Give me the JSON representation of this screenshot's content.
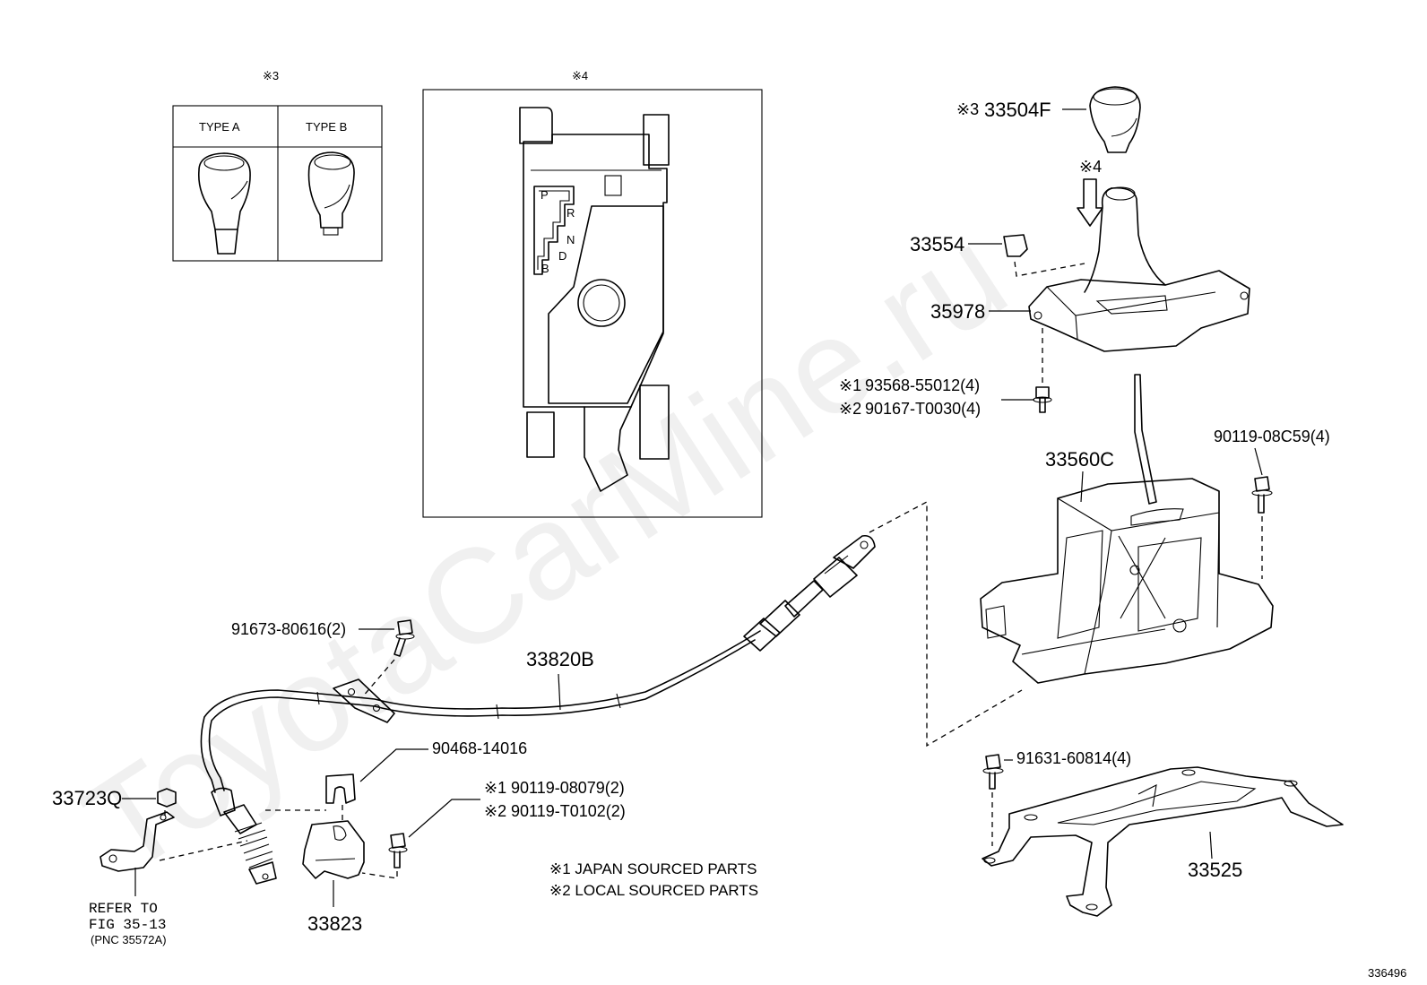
{
  "watermark": "ToyotaCarMine.ru",
  "inset_type": {
    "marker": "※3",
    "type_a": "TYPE A",
    "type_b": "TYPE B"
  },
  "inset_gate": {
    "marker": "※4",
    "positions": [
      "P",
      "R",
      "N",
      "D",
      "B"
    ]
  },
  "callouts": {
    "knob": {
      "marker": "※3",
      "part": "33504F"
    },
    "arrow_marker": "※4",
    "p33554": "33554",
    "p35978": "35978",
    "screw_jp": {
      "marker": "※1",
      "part": "93568-55012(4)"
    },
    "screw_local": {
      "marker": "※2",
      "part": "90167-T0030(4)"
    },
    "p33560c": "33560C",
    "bolt_90119": "90119-08C59(4)",
    "bolt_91673": "91673-80616(2)",
    "cable": "33820B",
    "clip_90468": "90468-14016",
    "bolt_jp": {
      "marker": "※1",
      "part": "90119-08079(2)"
    },
    "bolt_local": {
      "marker": "※2",
      "part": "90119-T0102(2)"
    },
    "nut_33723q": "33723Q",
    "bracket_33823": "33823",
    "bolt_91631": "91631-60814(4)",
    "bracket_33525": "33525",
    "refer": [
      "REFER TO",
      "FIG 35-13",
      "(PNC 35572A)"
    ]
  },
  "notes": {
    "n1": "※1 JAPAN SOURCED PARTS",
    "n2": "※2 LOCAL SOURCED PARTS"
  },
  "figure_number": "336496"
}
